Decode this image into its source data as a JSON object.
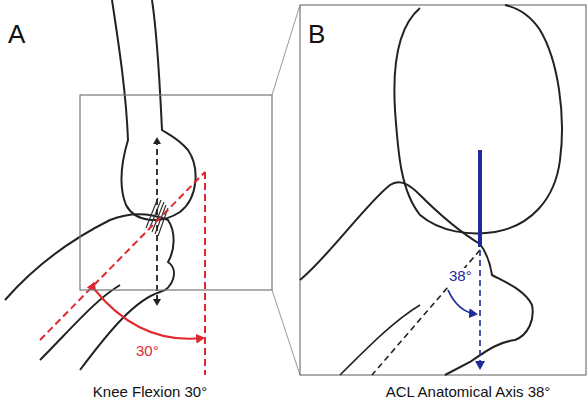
{
  "diagram": {
    "labels": [
      "A",
      "B",
      "30°",
      "38°",
      "Knee Flexion 30°",
      "ACL Anatomical Axis 38°"
    ]
  }
}
